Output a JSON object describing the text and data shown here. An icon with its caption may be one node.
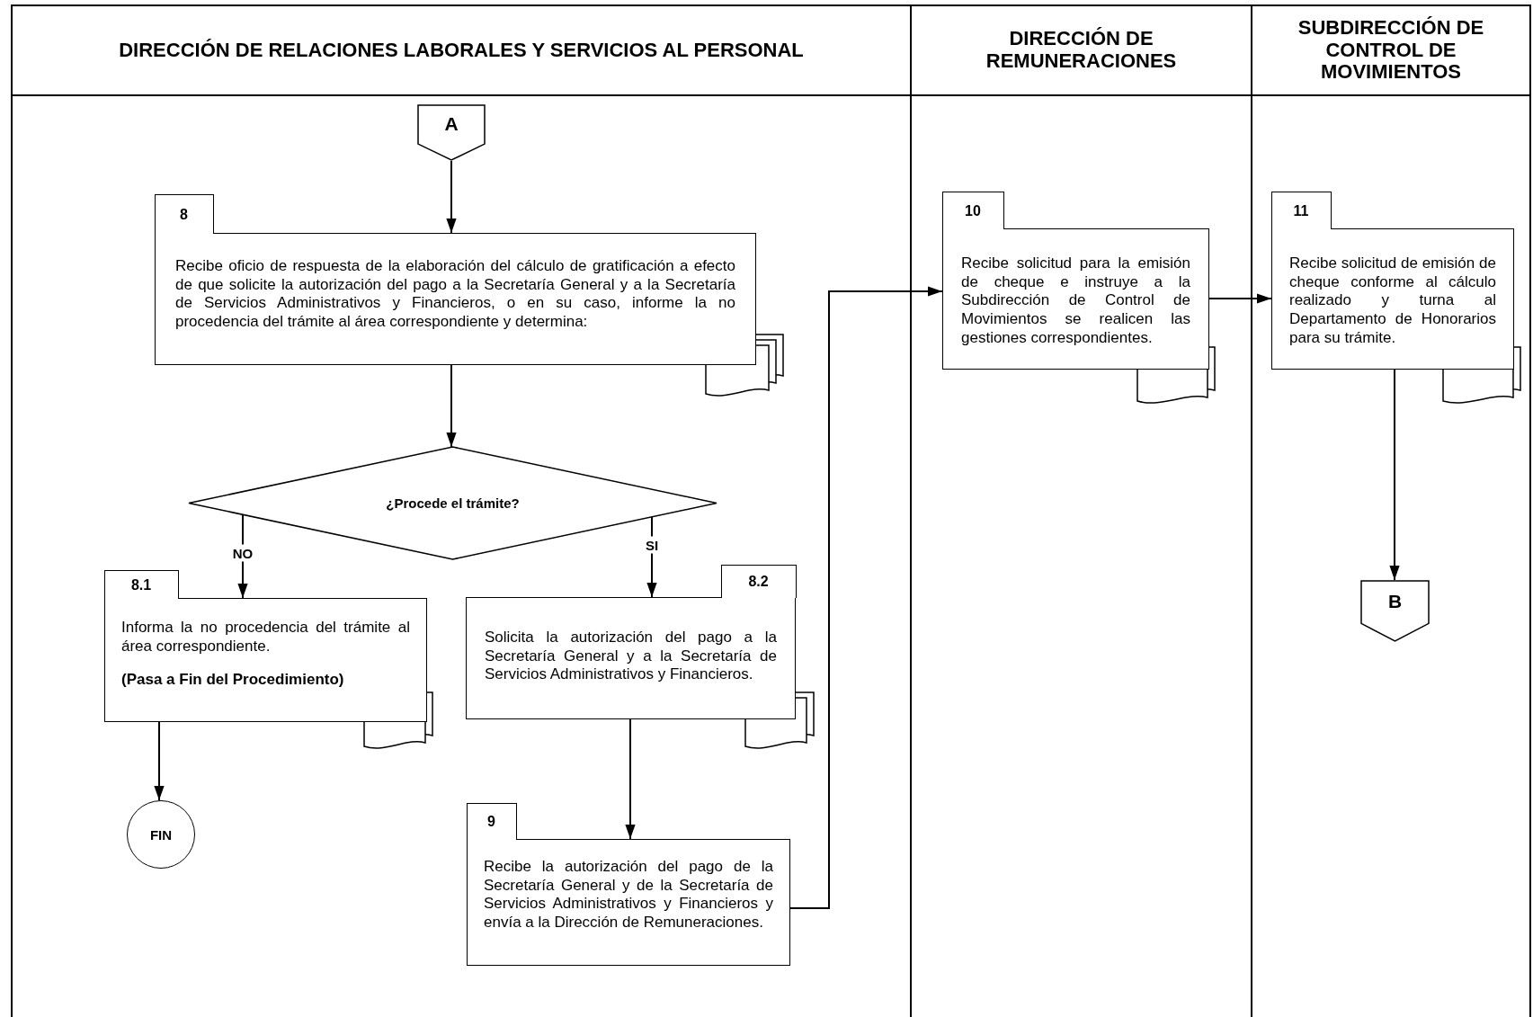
{
  "diagram": {
    "nodes": [
      {
        "text": [
          "DIRECCIÓN DE RELACIONES LABORALES Y SERVICIOS AL PERSONAL"
        ]
      },
      {
        "text": [
          "DIRECCIÓN DE REMUNERACIONES"
        ]
      },
      {
        "text": [
          "SUBDIRECCIÓN DE CONTROL DE MOVIMIENTOS"
        ]
      },
      {
        "text": [
          "A"
        ],
        "in": 0
      },
      {
        "text": [
          "8",
          "Recibe oficio de respuesta de la elaboración del cálculo de gratificación a efecto de que solicite la autorización del pago a la Secretaría General y a la Secretaría de Servicios Administrativos y Financieros, o en su caso, informe la no procedencia del trámite al área correspondiente y determina:"
        ],
        "in": 0
      },
      {
        "text": [
          "¿Procede el trámite?"
        ],
        "in": 0
      },
      {
        "text": [
          "8.1",
          "Informa la no procedencia del trámite al área correspondiente.",
          "(Pasa a Fin del Procedimiento)"
        ],
        "in": 0
      },
      {
        "text": [
          "8.2",
          "Solicita la autorización del pago a la Secretaría General y a la Secretaría de Servicios Administrativos y Financieros."
        ],
        "in": 0
      },
      {
        "text": [
          "FIN"
        ],
        "in": 0
      },
      {
        "text": [
          "9",
          "Recibe la autorización del pago de la Secretaría General y de la Secretaría de Servicios Administrativos y Financieros y envía a la Dirección de Remuneraciones."
        ],
        "in": 0
      },
      {
        "text": [
          "10",
          "Recibe solicitud para la emisión de cheque e instruye a la Subdirección de Control de Movimientos se realicen las gestiones correspondientes."
        ],
        "in": 1
      },
      {
        "text": [
          "11",
          "Recibe solicitud de emisión de cheque conforme al cálculo realizado y turna al Departamento de Honorarios para su trámite."
        ],
        "in": 2
      },
      {
        "text": [
          "B"
        ],
        "in": 2
      }
    ],
    "edges": [
      {
        "from": 3,
        "to": 4,
        "arrow": "to"
      },
      {
        "from": 4,
        "to": 5,
        "arrow": "to"
      },
      {
        "from": 5,
        "to": 6,
        "arrow": "to",
        "label": "NO"
      },
      {
        "from": 5,
        "to": 7,
        "arrow": "to",
        "label": "SI"
      },
      {
        "from": 6,
        "to": 8,
        "arrow": "to"
      },
      {
        "from": 7,
        "to": 9,
        "arrow": "to"
      },
      {
        "from": 9,
        "to": 10,
        "arrow": "to"
      },
      {
        "from": 10,
        "to": 11,
        "arrow": "to"
      },
      {
        "from": 11,
        "to": 12,
        "arrow": "to"
      }
    ]
  }
}
